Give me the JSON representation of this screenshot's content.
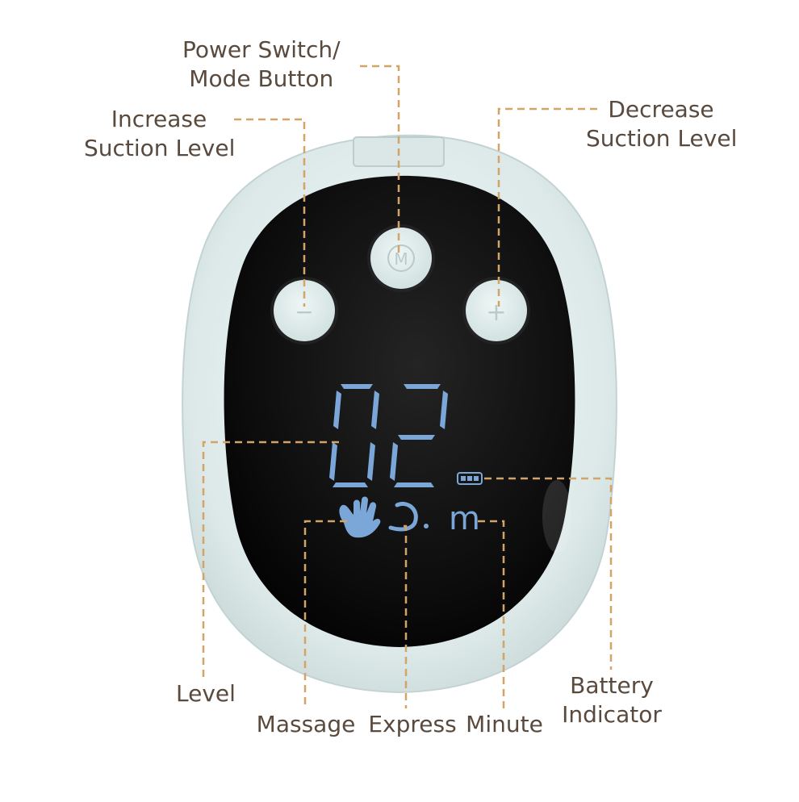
{
  "callouts": {
    "power": {
      "lines": [
        "Power Switch/",
        "Mode Button"
      ]
    },
    "increase": {
      "lines": [
        "Increase",
        "Suction Level"
      ]
    },
    "decrease": {
      "lines": [
        "Decrease",
        "Suction Level"
      ]
    },
    "level": {
      "lines": [
        "Level"
      ]
    },
    "massage": {
      "lines": [
        "Massage"
      ]
    },
    "express": {
      "lines": [
        "Express"
      ]
    },
    "minute": {
      "lines": [
        "Minute"
      ]
    },
    "battery": {
      "lines": [
        "Battery",
        "Indicator"
      ]
    }
  },
  "display": {
    "digits": "02",
    "unit": "m"
  },
  "buttons": {
    "left_symbol": "−",
    "center_symbol": "M",
    "right_symbol": "+"
  },
  "colors": {
    "shell": "#e4eeee",
    "screen": "#101010",
    "button": "#dfeceb",
    "lcd_blue": "#7ba7d8",
    "leader": "#d2a468",
    "label_text": "#5a4a3e"
  }
}
